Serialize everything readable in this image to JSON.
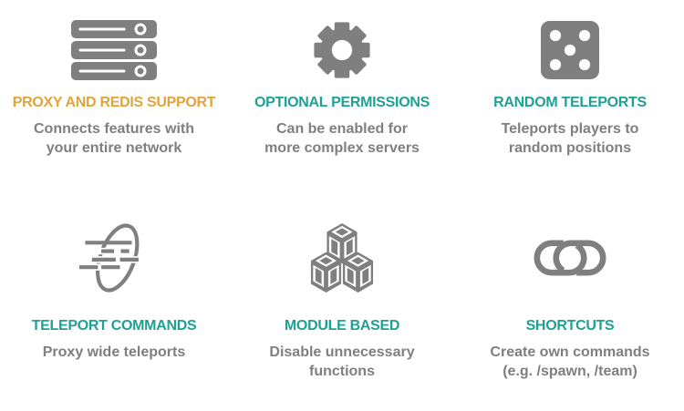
{
  "theme": {
    "icon-gray": "#7f7f7f",
    "teal": "#1fa095",
    "gold": "#e0a43c",
    "text-gray": "#7f7f7f",
    "background": "#ffffff"
  },
  "features": [
    {
      "icon": "server-stack-icon",
      "title": "PROXY AND REDIS SUPPORT",
      "title_color": "gold",
      "description": "Connects features with\nyour entire network"
    },
    {
      "icon": "gear-icon",
      "title": "OPTIONAL PERMISSIONS",
      "title_color": "teal",
      "description": "Can be enabled for\nmore complex servers"
    },
    {
      "icon": "dice-five-icon",
      "title": "RANDOM TELEPORTS",
      "title_color": "teal",
      "description": "Teleports players to\nrandom positions"
    },
    {
      "icon": "speeding-teleport-icon",
      "title": "TELEPORT COMMANDS",
      "title_color": "teal",
      "description": "Proxy wide teleports"
    },
    {
      "icon": "cubes-icon",
      "title": "MODULE BASED",
      "title_color": "teal",
      "description": "Disable unnecessary\nfunctions"
    },
    {
      "icon": "chain-link-icon",
      "title": "SHORTCUTS",
      "title_color": "teal",
      "description": "Create own commands\n(e.g. /spawn, /team)"
    }
  ]
}
